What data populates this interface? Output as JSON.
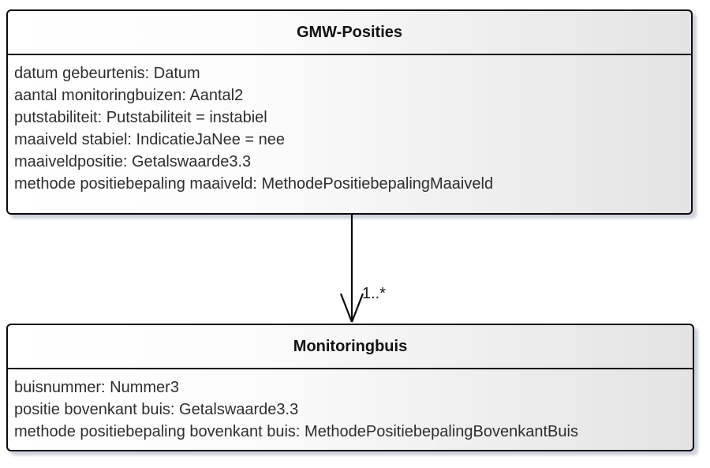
{
  "diagram": {
    "type": "uml-class-diagram",
    "classes": [
      {
        "name": "GMW-Posities",
        "attributes": [
          "datum gebeurtenis: Datum",
          "aantal monitoringbuizen: Aantal2",
          "putstabiliteit: Putstabiliteit = instabiel",
          "maaiveld stabiel: IndicatieJaNee = nee",
          "maaiveldpositie: Getalswaarde3.3",
          "methode positiebepaling maaiveld: MethodePositiebepalingMaaiveld"
        ]
      },
      {
        "name": "Monitoringbuis",
        "attributes": [
          "buisnummer: Nummer3",
          "positie bovenkant buis: Getalswaarde3.3",
          "methode positiebepaling bovenkant buis: MethodePositiebepalingBovenkantBuis"
        ]
      }
    ],
    "association": {
      "from": "GMW-Posities",
      "to": "Monitoringbuis",
      "multiplicity": "1..*",
      "arrow_style": "open-arrowhead-down"
    },
    "colors": {
      "border": "#0a0a0a",
      "fill_gradient_start": "#ffffff",
      "fill_gradient_end": "#e3e3e4",
      "shadow": "#a4acbe",
      "text": "#2e2e31",
      "background": "#ffffff"
    }
  }
}
